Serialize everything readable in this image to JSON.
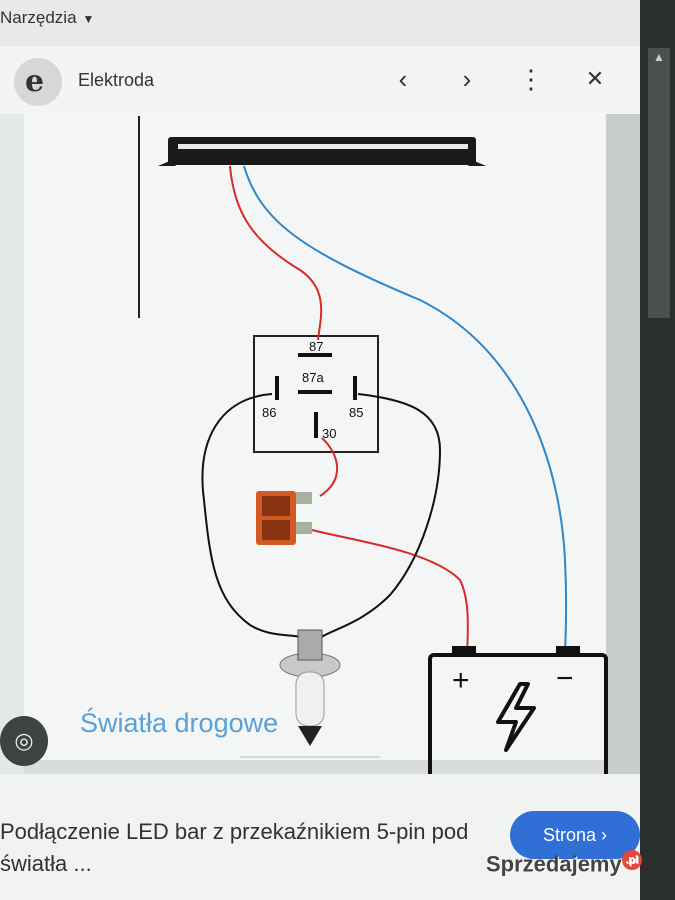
{
  "browser": {
    "tools_menu": "Narzędzia"
  },
  "viewer": {
    "site_name": "Elektroda",
    "logo_letter": "e",
    "prev_icon": "‹",
    "next_icon": "›",
    "more_icon": "⋮",
    "close_icon": "✕"
  },
  "diagram": {
    "relay_pins": [
      "87",
      "87a",
      "86",
      "85",
      "30"
    ],
    "battery_plus": "+",
    "battery_minus": "−"
  },
  "image_caption": "Światła drogowe",
  "result": {
    "title": "Podłączenie LED bar z przekaźnikiem 5-pin pod światła ...",
    "visit_button": "Strona ›"
  },
  "watermark": {
    "text": "Sprzedajemy",
    "badge": ".pl"
  },
  "colors": {
    "wire_red": "#d62b2b",
    "wire_blue": "#2f86c9",
    "accent": "#2f6fd6",
    "caption_blue": "#5a9fd6"
  }
}
